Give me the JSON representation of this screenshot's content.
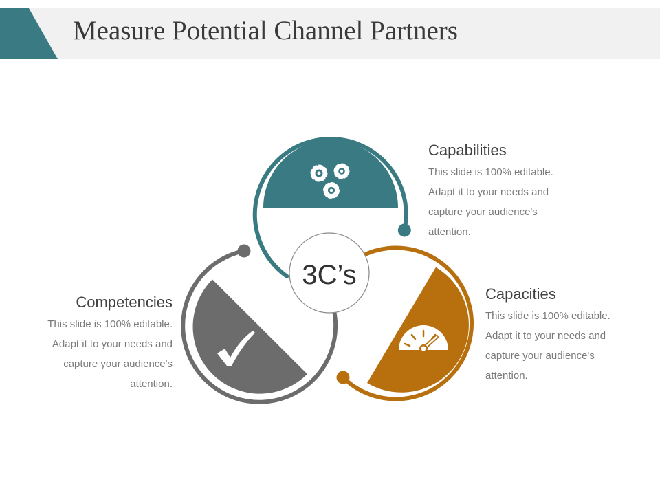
{
  "slide": {
    "title": "Measure Potential Channel Partners",
    "center_label": "3C’s"
  },
  "colors": {
    "teal": "#3a7a83",
    "orange": "#b8700f",
    "gray": "#6c6c6c",
    "header_band": "#f1f1f1"
  },
  "sections": {
    "capabilities": {
      "heading": "Capabilities",
      "body": "This slide is 100% editable. Adapt it to your needs and capture your audience's attention.",
      "icon": "gears-icon"
    },
    "capacities": {
      "heading": "Capacities",
      "body": "This slide is 100% editable. Adapt it to your needs and capture your audience's attention.",
      "icon": "gauge-icon"
    },
    "competencies": {
      "heading": "Competencies",
      "body": "This slide is 100% editable. Adapt it to your needs and capture your audience's attention.",
      "icon": "checkmark-icon"
    }
  }
}
